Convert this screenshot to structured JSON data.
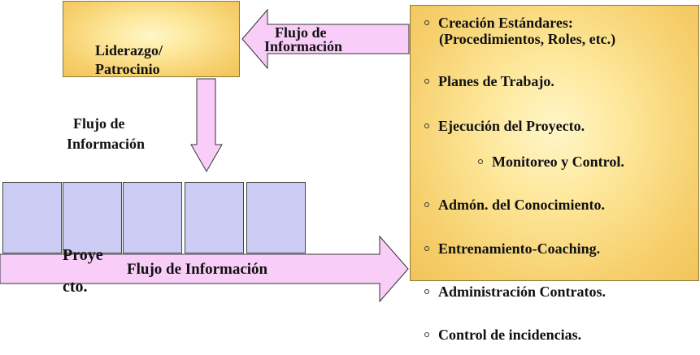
{
  "leadership": {
    "line1": "Liderazgo/",
    "line2": "Patrocinio"
  },
  "flow_top": {
    "line1": "Flujo de",
    "line2": "Información"
  },
  "flow_mid": {
    "line1": "Flujo de",
    "line2": "Información"
  },
  "project": {
    "line1": "Proye",
    "line2": "cto."
  },
  "flow_bottom": {
    "label": "Flujo de Información"
  },
  "activities": {
    "item1_line1": "Creación Estándares:",
    "item1_line2": "(Procedimientos, Roles, etc.)",
    "item2": "Planes de Trabajo.",
    "item3": "Ejecución del Proyecto.",
    "item3_sub": "Monitoreo y Control.",
    "item4": "Admón. del Conocimiento.",
    "item5": "Entrenamiento-Coaching.",
    "item6": "Administración Contratos.",
    "item7": "Control de incidencias."
  },
  "colors": {
    "arrow_fill": "#f8cdf8",
    "task_fill": "#ccccf4",
    "gold": "#f6cf6c"
  }
}
